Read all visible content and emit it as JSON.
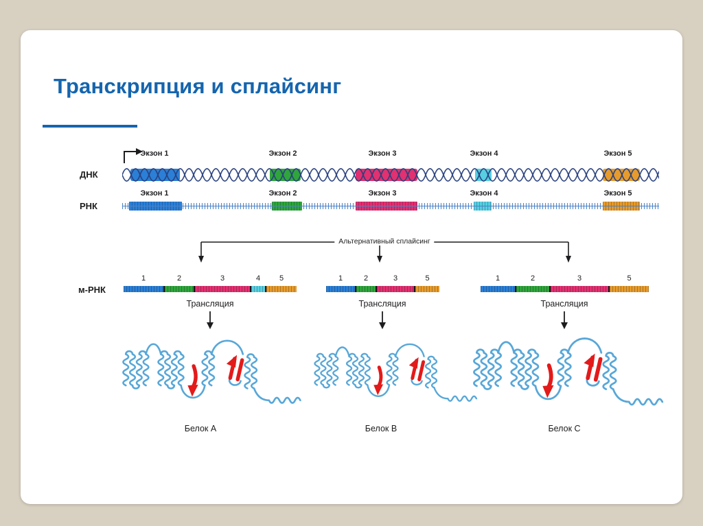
{
  "slide": {
    "title": "Транскрипция и сплайсинг"
  },
  "palette": {
    "accent": "#1565ae",
    "background": "#d8d1c2",
    "card": "#ffffff",
    "ink": "#1d1d1f",
    "exon1": "#2b7fd6",
    "exon2": "#2fa53c",
    "exon3": "#e23070",
    "exon4": "#56cfe1",
    "exon5": "#e69b2c",
    "dna_strand": "#28407d",
    "rna_tick": "#4b82c4",
    "protein_blue": "#58a7d8",
    "arrow_red": "#e31a1a"
  },
  "dna": {
    "label": "ДНК",
    "exons": [
      {
        "label": "Экзон 1"
      },
      {
        "label": "Экзон 2"
      },
      {
        "label": "Экзон 3"
      },
      {
        "label": "Экзон 4"
      },
      {
        "label": "Экзон 5"
      }
    ]
  },
  "rna": {
    "label": "РНК",
    "exons": [
      {
        "label": "Экзон 1"
      },
      {
        "label": "Экзон 2"
      },
      {
        "label": "Экзон 3"
      },
      {
        "label": "Экзон 4"
      },
      {
        "label": "Экзон 5"
      }
    ]
  },
  "splicing": {
    "label": "Альтернативный сплайсинг"
  },
  "mrna": {
    "label": "м-РНК",
    "variants": [
      {
        "id": "A",
        "translation_label": "Трансляция",
        "protein_label": "Белок A",
        "segments": [
          {
            "exon": "1",
            "color": "exon1",
            "width": 58
          },
          {
            "exon": "2",
            "color": "exon2",
            "width": 44
          },
          {
            "exon": "3",
            "color": "exon3",
            "width": 82
          },
          {
            "exon": "4",
            "color": "exon4",
            "width": 22
          },
          {
            "exon": "5",
            "color": "exon5",
            "width": 46
          }
        ]
      },
      {
        "id": "B",
        "translation_label": "Трансляция",
        "protein_label": "Белок B",
        "segments": [
          {
            "exon": "1",
            "color": "exon1",
            "width": 42
          },
          {
            "exon": "2",
            "color": "exon2",
            "width": 30
          },
          {
            "exon": "3",
            "color": "exon3",
            "width": 56
          },
          {
            "exon": "5",
            "color": "exon5",
            "width": 37
          }
        ]
      },
      {
        "id": "C",
        "translation_label": "Трансляция",
        "protein_label": "Белок C",
        "segments": [
          {
            "exon": "1",
            "color": "exon1",
            "width": 50
          },
          {
            "exon": "2",
            "color": "exon2",
            "width": 50
          },
          {
            "exon": "3",
            "color": "exon3",
            "width": 86
          },
          {
            "exon": "5",
            "color": "exon5",
            "width": 59
          }
        ]
      }
    ]
  }
}
